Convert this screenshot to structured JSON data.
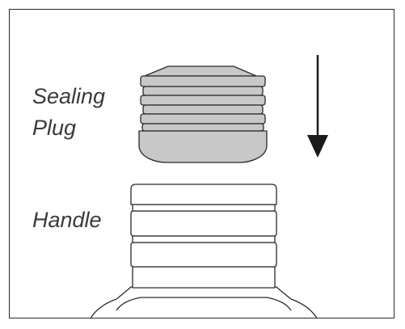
{
  "labels": {
    "sealing_plug_line1": "Sealing",
    "sealing_plug_line2": "Plug",
    "handle": "Handle"
  },
  "colors": {
    "plug_fill": "#c8c8c8",
    "outline": "#2a2a2a",
    "text": "#3a3a3a"
  },
  "icons": {
    "arrow": "down-arrow-icon"
  }
}
